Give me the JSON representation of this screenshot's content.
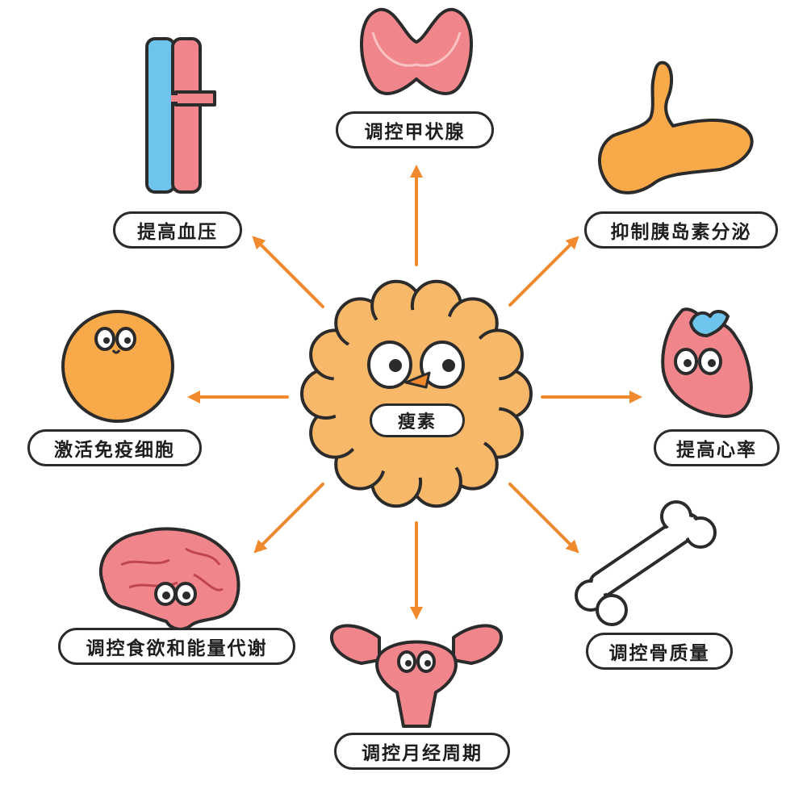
{
  "center": {
    "label": "瘦素"
  },
  "effects": [
    {
      "id": "thyroid",
      "label": "调控甲状腺"
    },
    {
      "id": "pancreas",
      "label": "抑制胰岛素分泌"
    },
    {
      "id": "heart",
      "label": "提高心率"
    },
    {
      "id": "bone",
      "label": "调控骨质量"
    },
    {
      "id": "uterus",
      "label": "调控月经周期"
    },
    {
      "id": "brain",
      "label": "调控食欲和能量代谢"
    },
    {
      "id": "immune",
      "label": "激活免疫细胞"
    },
    {
      "id": "vessel",
      "label": "提高血压"
    }
  ],
  "colors": {
    "arrow": "#f08a2c",
    "outline": "#2b2b2b",
    "leptin": "#f7b86a",
    "organ_pink": "#f0868b",
    "organ_orange": "#f8a94a",
    "vein_blue": "#6fc4ee"
  },
  "icons": [
    "thyroid-icon",
    "pancreas-icon",
    "heart-icon",
    "bone-icon",
    "uterus-icon",
    "brain-icon",
    "immune-cell-icon",
    "blood-vessel-icon",
    "leptin-cell-icon"
  ]
}
